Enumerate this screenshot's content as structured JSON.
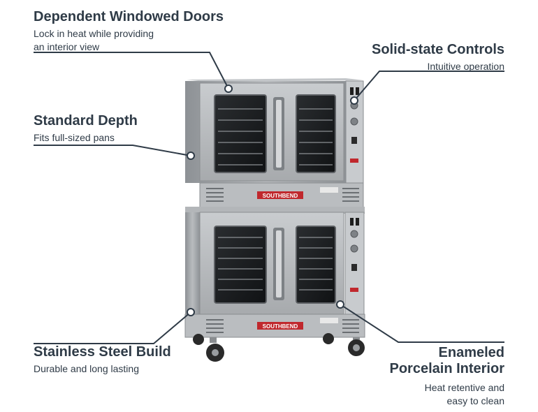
{
  "callouts": {
    "doors": {
      "title": "Dependent Windowed Doors",
      "line1": "Lock in heat while providing",
      "line2": "an interior view"
    },
    "controls": {
      "title": "Solid-state Controls",
      "line1": "Intuitive operation"
    },
    "depth": {
      "title": "Standard Depth",
      "line1": "Fits full-sized pans"
    },
    "build": {
      "title": "Stainless Steel Build",
      "line1": "Durable and long lasting"
    },
    "interior": {
      "title_line1": "Enameled",
      "title_line2": "Porcelain Interior",
      "line1": "Heat retentive and",
      "line2": "easy to clean"
    }
  },
  "product": {
    "brand": "SOUTHBEND"
  },
  "colors": {
    "heading": "#2f3b47",
    "leader": "#2f3b47",
    "steel": "#9ea2a6",
    "brand_red": "#c0282d"
  }
}
